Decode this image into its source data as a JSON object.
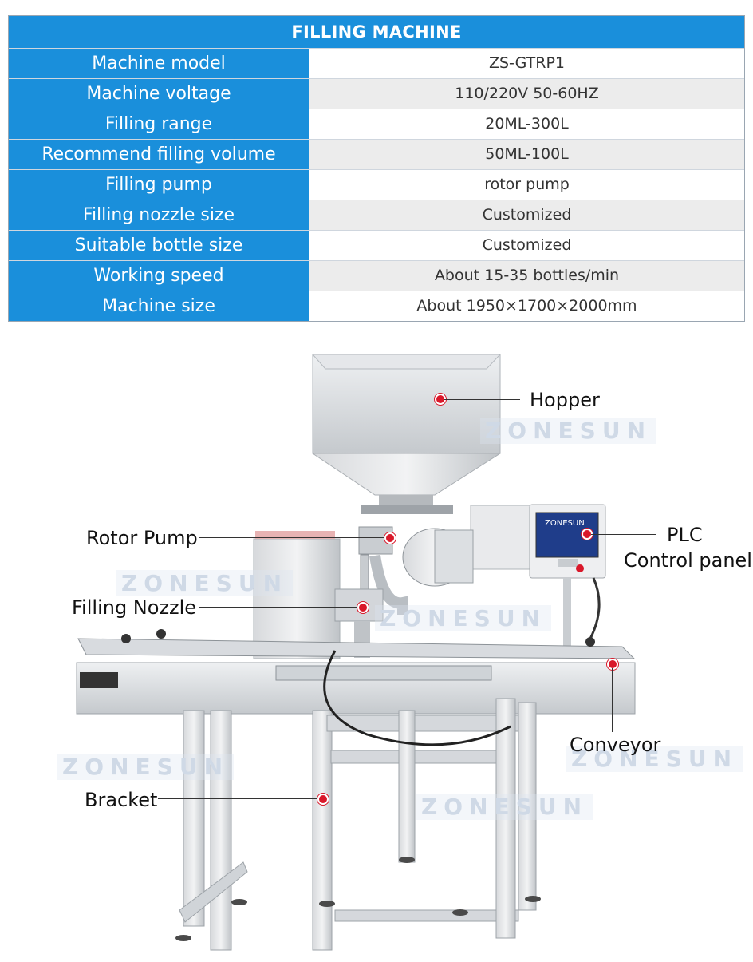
{
  "table": {
    "title": "FILLING MACHINE",
    "rows": [
      {
        "label": "Machine model",
        "value": "ZS-GTRP1"
      },
      {
        "label": "Machine voltage",
        "value": "110/220V 50-60HZ"
      },
      {
        "label": "Filling range",
        "value": "20ML-300L"
      },
      {
        "label": "Recommend filling volume",
        "value": "50ML-100L"
      },
      {
        "label": "Filling pump",
        "value": "rotor pump"
      },
      {
        "label": "Filling nozzle size",
        "value": "Customized"
      },
      {
        "label": "Suitable bottle size",
        "value": "Customized"
      },
      {
        "label": "Working speed",
        "value": "About 15-35 bottles/min"
      },
      {
        "label": "Machine size",
        "value": "About 1950×1700×2000mm"
      }
    ]
  },
  "figure": {
    "callouts": {
      "hopper": "Hopper",
      "rotor_pump": "Rotor Pump",
      "plc_line1": "PLC",
      "plc_line2": "Control panel",
      "filling_nozzle": "Filling Nozzle",
      "conveyor": "Conveyor",
      "bracket": "Bracket"
    },
    "panel_logo": "ZONESUN",
    "watermark": "ZONESUN"
  },
  "colors": {
    "header_blue": "#1a8fdb",
    "marker_red": "#d9182a"
  }
}
